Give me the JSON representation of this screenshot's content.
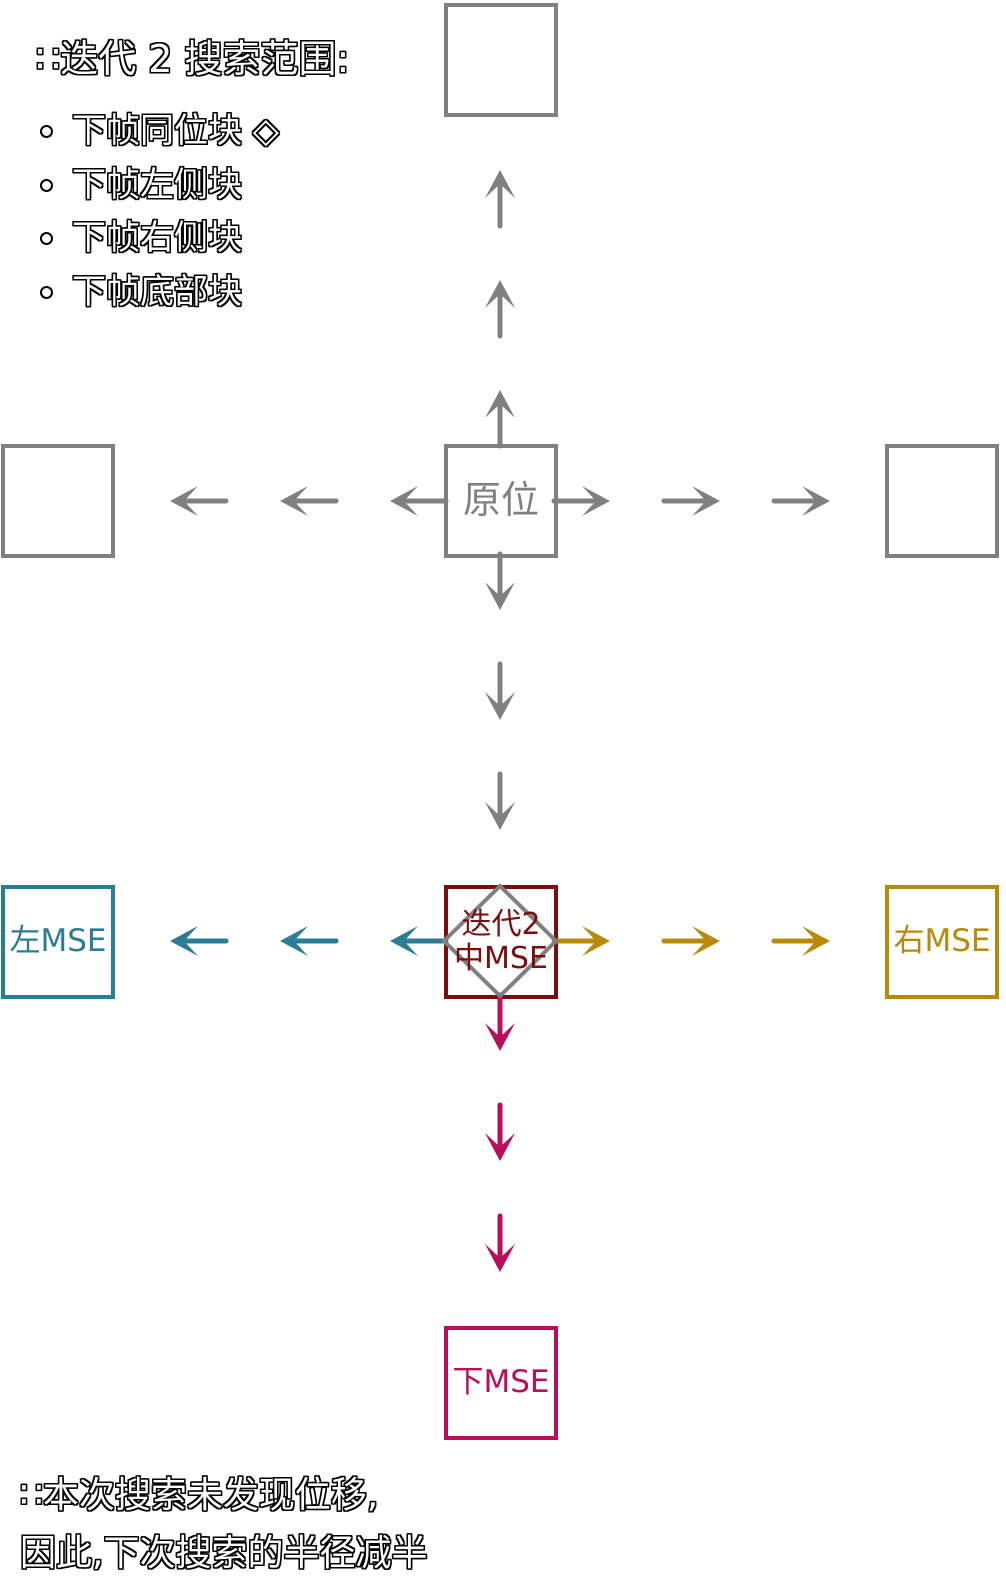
{
  "title": {
    "prefix": "∷",
    "text": "迭代 2 搜索范围",
    "suffix": ":"
  },
  "bullets": [
    {
      "label": "下帧同位块 ◇"
    },
    {
      "label": "下帧左侧块"
    },
    {
      "label": "下帧右侧块"
    },
    {
      "label": "下帧底部块"
    }
  ],
  "boxes": {
    "origin": {
      "label": "原位"
    },
    "center": {
      "label_line1": "迭代2",
      "label_line2": "中MSE"
    },
    "left": {
      "label": "左MSE"
    },
    "right": {
      "label": "右MSE"
    },
    "bottom": {
      "label": "下MSE"
    }
  },
  "note": {
    "line1": "∷本次搜索未发现位移,",
    "line2": "因此,下次搜索的半径减半"
  },
  "colors": {
    "gray": "#808080",
    "center": "#7a0e0e",
    "left": "#2a7d94",
    "right": "#b88a0a",
    "bottom": "#b80e5c"
  },
  "icons": {
    "diamond": "diamond-icon",
    "arrow": "arrow-icon"
  }
}
